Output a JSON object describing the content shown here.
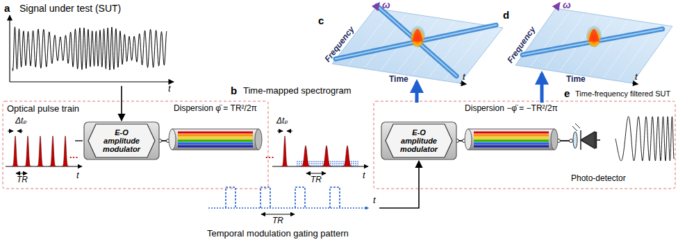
{
  "diagram": {
    "nodes": [
      {
        "text": [
          "E-O amplitude modulator"
        ]
      },
      {
        "text": [
          "Dispersion φ̈ = TR²/2π"
        ]
      },
      {
        "text": [
          "E-O amplitude modulator"
        ]
      },
      {
        "text": [
          "Dispersion −φ̈ = −TR²/2π"
        ]
      },
      {
        "text": [
          "Photo-detector"
        ]
      }
    ],
    "edges": [
      {
        "from": 0,
        "to": 1,
        "arrow": "none"
      },
      {
        "from": 2,
        "to": 3,
        "arrow": "none"
      },
      {
        "from": 3,
        "to": 4,
        "arrow": "none"
      }
    ],
    "labels": [
      "a",
      "Signal under test (SUT)",
      "t",
      "Optical pulse train",
      "Δtₚ",
      "TR",
      "t",
      "···",
      "b",
      "Time-mapped spectrogram",
      "Δtₚ",
      "TR",
      "t",
      "···",
      "Temporal modulation gating pattern",
      "TR",
      "t",
      "c",
      "Frequency",
      "ω",
      "Time",
      "t",
      "d",
      "Frequency",
      "ω",
      "Time",
      "t",
      "e",
      "Time-frequency filtered SUT"
    ]
  }
}
